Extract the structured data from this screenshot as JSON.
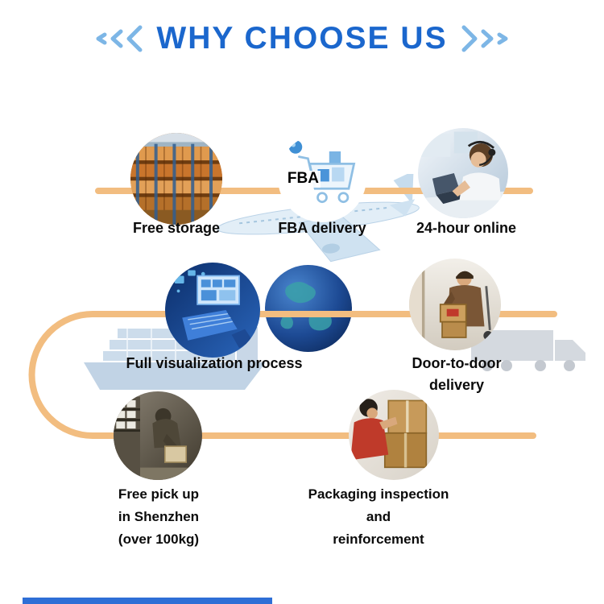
{
  "header": {
    "title": "WHY CHOOSE US",
    "title_color": "#1b67cd",
    "chevron_color": "#7db6e6"
  },
  "features": [
    {
      "label": "Free storage",
      "photo": "warehouse-racks-photo"
    },
    {
      "label": "FBA delivery",
      "photo": "fba-shopping-cart-photo",
      "badge": "FBA"
    },
    {
      "label": "24-hour online",
      "photo": "customer-service-photo"
    },
    {
      "label": "Full visualization process",
      "photo": "digital-tracking-photo"
    },
    {
      "label": "Door-to-door delivery",
      "photo": "courier-delivery-photo"
    },
    {
      "label": "Free pick up\nin Shenzhen\n(over 100kg)",
      "photo": "warehouse-pickup-photo"
    },
    {
      "label": "Packaging inspection\nand\nreinforcement",
      "photo": "packaging-boxes-photo"
    }
  ],
  "path_color": "#f2bd80",
  "decorations": {
    "airplane": "airplane",
    "globe": "globe",
    "ship": "cargo-ship",
    "truck": "delivery-truck"
  },
  "footer": {
    "accent_color": "#2e6fd6"
  }
}
